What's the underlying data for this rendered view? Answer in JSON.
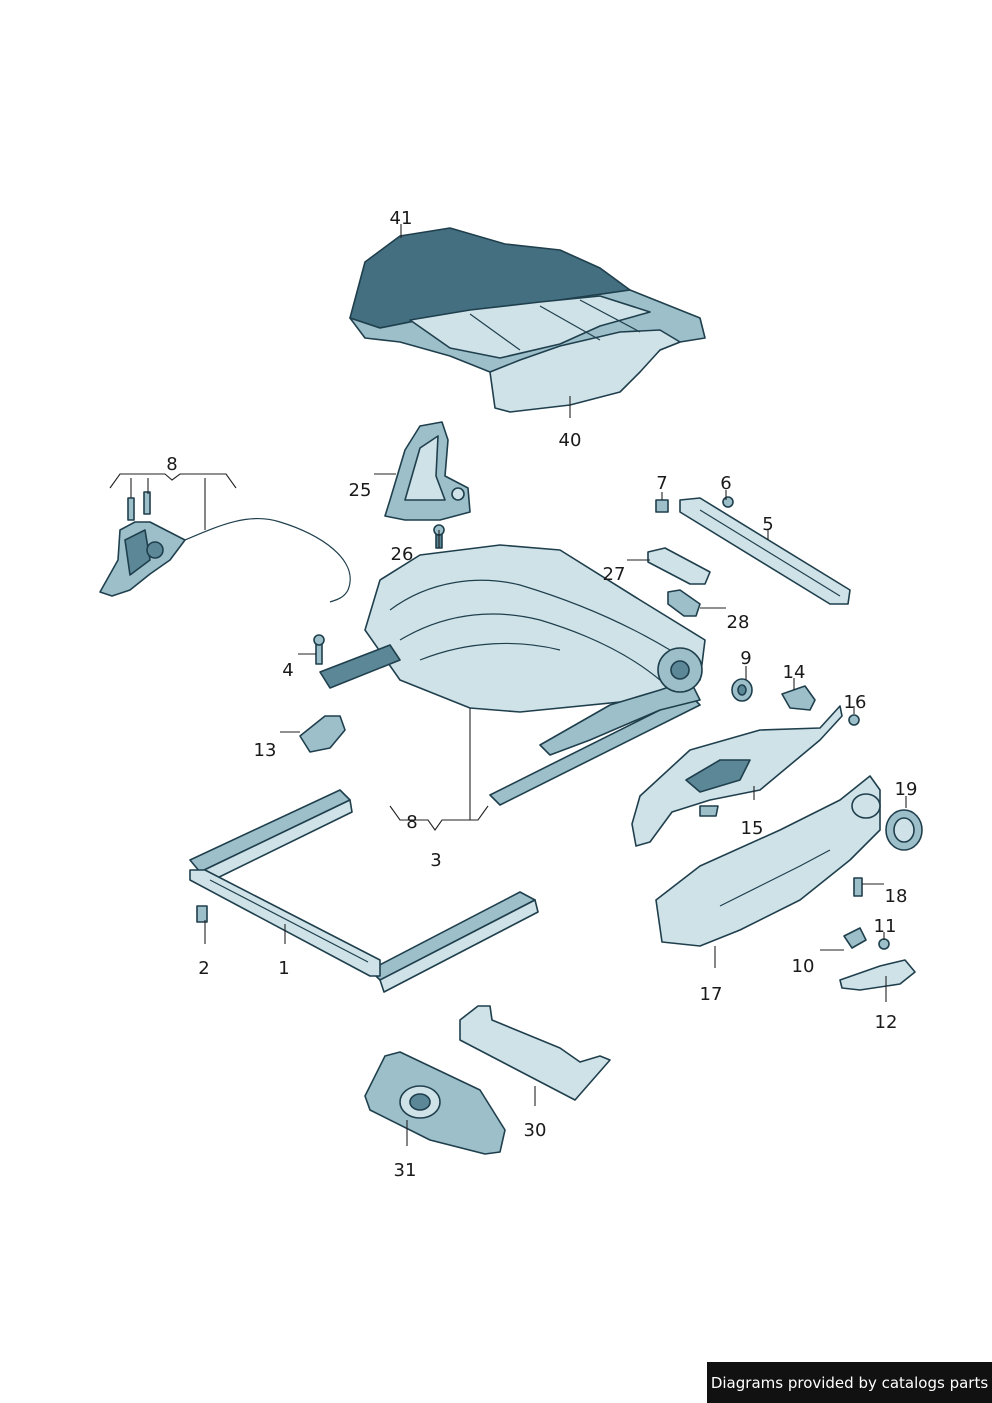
{
  "diagram": {
    "callouts": {
      "p1": "1",
      "p2": "2",
      "p3": "3",
      "p4": "4",
      "p5": "5",
      "p6": "6",
      "p7": "7",
      "p8a": "8",
      "p8b": "8",
      "p9": "9",
      "p10": "10",
      "p11": "11",
      "p12": "12",
      "p13": "13",
      "p14": "14",
      "p15": "15",
      "p16": "16",
      "p17": "17",
      "p18": "18",
      "p19": "19",
      "p25": "25",
      "p26": "26",
      "p27": "27",
      "p28": "28",
      "p30": "30",
      "p31": "31",
      "p40": "40",
      "p41": "41"
    },
    "colors": {
      "outline": "#1f3f4d",
      "light": "#cfe2e8",
      "mid": "#9dbfca",
      "dark": "#5b8796"
    }
  },
  "footer": {
    "text": "Diagrams provided by catalogs parts"
  }
}
